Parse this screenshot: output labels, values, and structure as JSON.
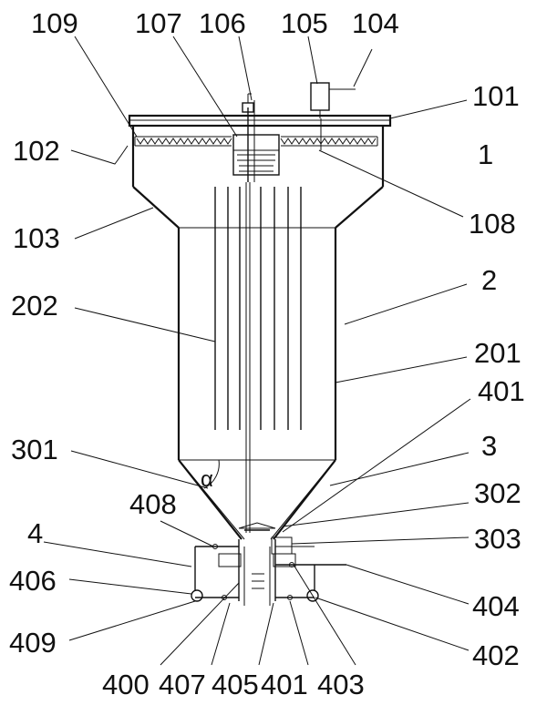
{
  "labels": {
    "l109": "109",
    "l107": "107",
    "l106": "106",
    "l105": "105",
    "l104": "104",
    "l101": "101",
    "l102": "102",
    "l1": "1",
    "l103": "103",
    "l108": "108",
    "l202": "202",
    "l2": "2",
    "l201": "201",
    "l401a": "401",
    "l301": "301",
    "l3": "3",
    "l302": "302",
    "l408": "408",
    "l4": "4",
    "l303": "303",
    "l406": "406",
    "l404": "404",
    "l409": "409",
    "l402": "402",
    "l400": "400",
    "l407": "407",
    "l405": "405",
    "l401b": "401",
    "l403": "403",
    "alpha": "α"
  }
}
